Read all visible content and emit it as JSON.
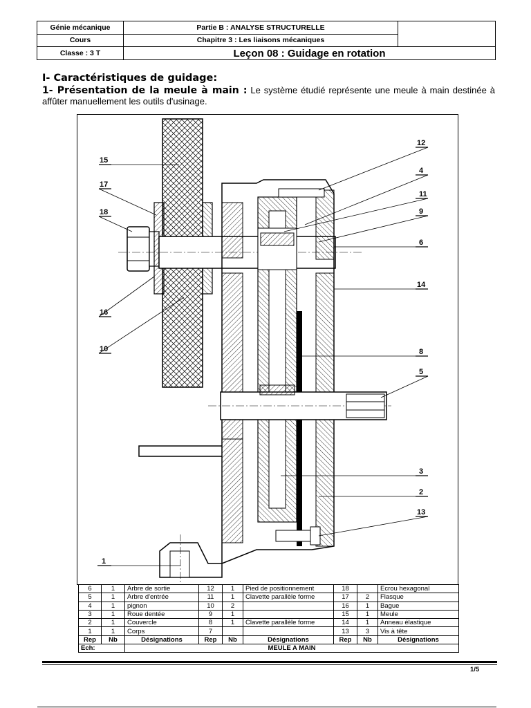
{
  "header": {
    "domain": "Génie mécanique",
    "type": "Cours",
    "classe": "Classe : 3 T",
    "partie": "Partie B : ANALYSE STRUCTURELLE",
    "chapitre": "Chapitre 3 : Les liaisons mécaniques",
    "lecon": "Leçon 08 : Guidage en rotation"
  },
  "section_title": "I- Caractéristiques de guidage:",
  "subsection": {
    "label": "1- Présentation de la meule à main :",
    "text": "Le système étudié représente une meule à main destinée à affûter manuellement les outils d'usinage."
  },
  "drawing": {
    "labels": [
      "15",
      "17",
      "18",
      "16",
      "10",
      "1",
      "12",
      "4",
      "11",
      "9",
      "6",
      "14",
      "8",
      "5",
      "3",
      "2",
      "13"
    ]
  },
  "nomenclature": {
    "rows": [
      [
        "6",
        "1",
        "Arbre de sortie",
        "12",
        "1",
        "Pied de positionnement",
        "18",
        "",
        "Ecrou hexagonal"
      ],
      [
        "5",
        "1",
        "Arbre d'entrée",
        "11",
        "1",
        "Clavette  parallèle  forme",
        "17",
        "2",
        "Flasque"
      ],
      [
        "4",
        "1",
        "pignon",
        "10",
        "2",
        "",
        "16",
        "1",
        "Bague"
      ],
      [
        "3",
        "1",
        "Roue dentée",
        "9",
        "1",
        "",
        "15",
        "1",
        "Meule"
      ],
      [
        "2",
        "1",
        "Couvercle",
        "8",
        "1",
        "Clavette  parallèle  forme",
        "14",
        "1",
        "Anneau élastique"
      ],
      [
        "1",
        "1",
        "Corps",
        "7",
        "",
        "",
        "13",
        "3",
        "Vis        à        tête"
      ]
    ],
    "header": [
      "Rep",
      "Nb",
      "Désignations",
      "Rep",
      "Nb",
      "Désignations",
      "Rep",
      "Nb",
      "Désignations"
    ],
    "ech_label": "Ech:",
    "title": "MEULE A MAIN"
  },
  "page": "1/5"
}
